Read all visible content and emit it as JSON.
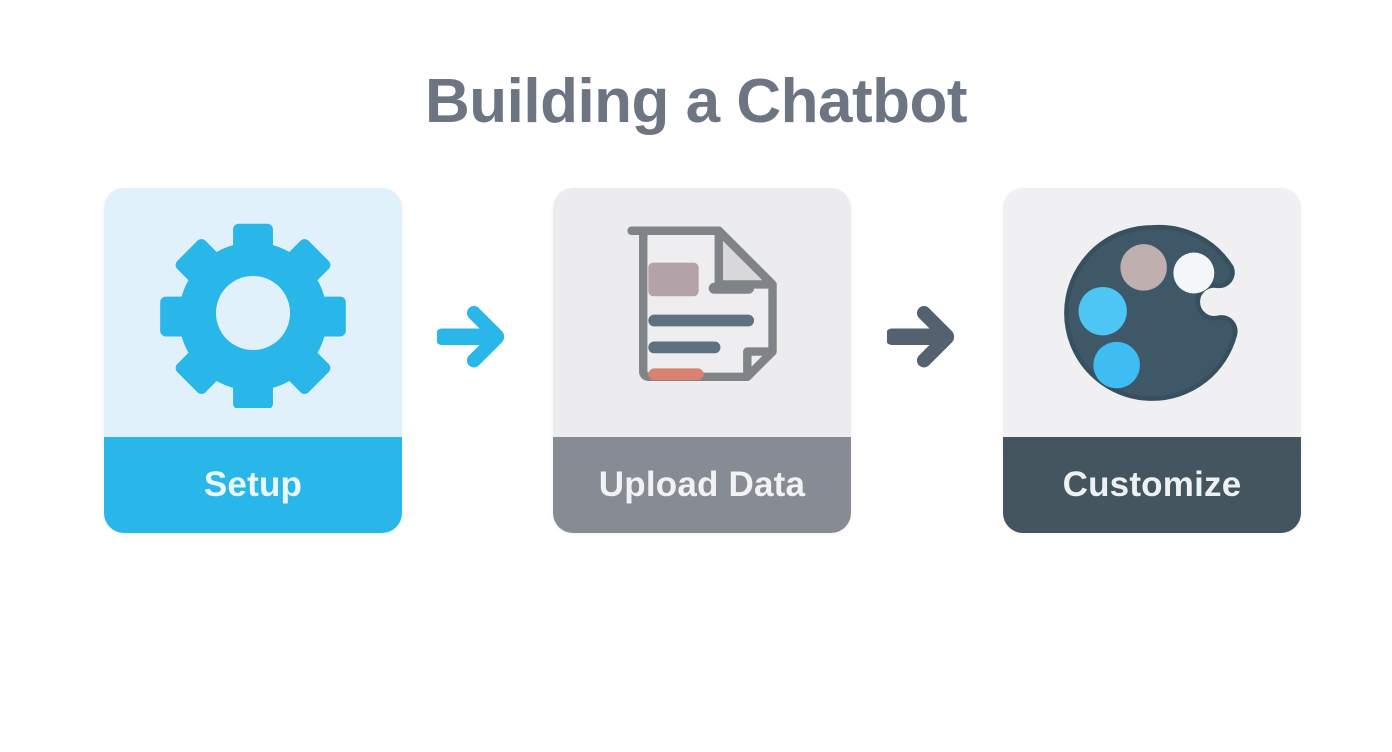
{
  "page": {
    "title": "Building a Chatbot",
    "background_color": "#FFFFFF",
    "title_color": "#6E7582"
  },
  "flow": {
    "steps": [
      {
        "id": "setup",
        "label": "Setup",
        "icon": "gear-icon",
        "body_color": "#E1F1FB",
        "footer_color": "#29B6E8",
        "label_color": "#EAF7FD",
        "icon_color": "#29B6E8"
      },
      {
        "id": "upload-data",
        "label": "Upload Data",
        "icon": "document-icon",
        "body_color": "#ECECEE",
        "footer_color": "#868B94",
        "label_color": "#F1F2F4",
        "icon_color": "#808387",
        "icon_accents": {
          "block": "#B3A3A8",
          "line_short": "#808387",
          "line_slate": "#5E7181",
          "line_accent": "#D98272"
        }
      },
      {
        "id": "customize",
        "label": "Customize",
        "icon": "palette-icon",
        "body_color": "#F0F0F2",
        "footer_color": "#44555F",
        "label_color": "#EDF1F4",
        "icon_color": "#3F5868",
        "icon_accents": {
          "dot_mauve": "#BFAFAE",
          "dot_white": "#F4F6F8",
          "dot_blue_1": "#4EC6F5",
          "dot_blue_2": "#3DBDF2"
        }
      }
    ],
    "arrows": [
      {
        "id": "arrow-setup-to-upload",
        "color": "#29B6E8"
      },
      {
        "id": "arrow-upload-to-customize",
        "color": "#546270"
      }
    ]
  }
}
